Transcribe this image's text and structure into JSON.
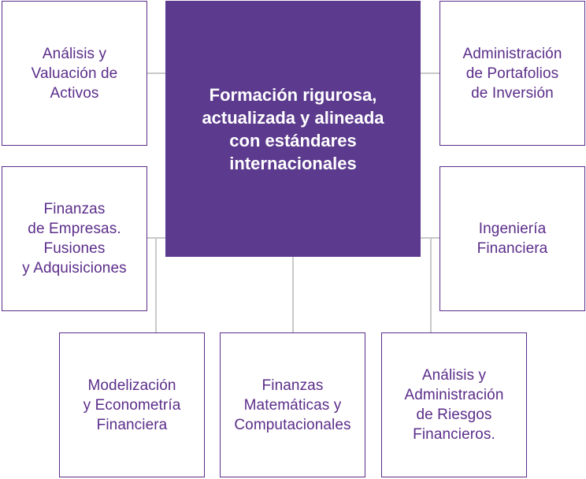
{
  "colors": {
    "accent": "#5b2d8a",
    "center_fill": "#5c3a8e",
    "connector": "#c9c9c9",
    "background": "#ffffff"
  },
  "center": {
    "text": "Formación rigurosa,\nactualizada y alineada\ncon estándares\ninternacionales"
  },
  "boxes": {
    "analisis_valuacion": "Análisis y\nValuación de\nActivos",
    "administracion_portafolios": "Administración\nde Portafolios\nde Inversión",
    "finanzas_empresas": "Finanzas\nde Empresas.\nFusiones\ny Adquisiciones",
    "ingenieria_financiera": "Ingeniería\nFinanciera",
    "modelizacion": "Modelización\ny Econometría\nFinanciera",
    "finanzas_matematicas": "Finanzas\nMatemáticas y\nComputacionales",
    "riesgos": "Análisis y\nAdministración\nde Riesgos\nFinancieros."
  }
}
